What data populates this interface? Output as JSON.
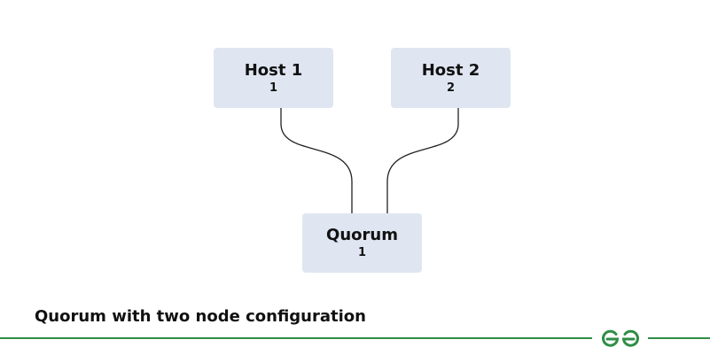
{
  "diagram": {
    "nodes": [
      {
        "id": "host1",
        "title": "Host 1",
        "subtitle": "1"
      },
      {
        "id": "host2",
        "title": "Host 2",
        "subtitle": "2"
      },
      {
        "id": "quorum",
        "title": "Quorum",
        "subtitle": "1"
      }
    ],
    "edges": [
      {
        "from": "host1",
        "to": "quorum"
      },
      {
        "from": "host2",
        "to": "quorum"
      }
    ]
  },
  "caption": "Quorum with two node configuration",
  "footer": {
    "logo_icon": "geeksforgeeks-logo-icon",
    "accent_color": "#2f8d46"
  },
  "colors": {
    "node_fill": "#dfe6f1",
    "connector": "#222222",
    "text": "#111111"
  }
}
